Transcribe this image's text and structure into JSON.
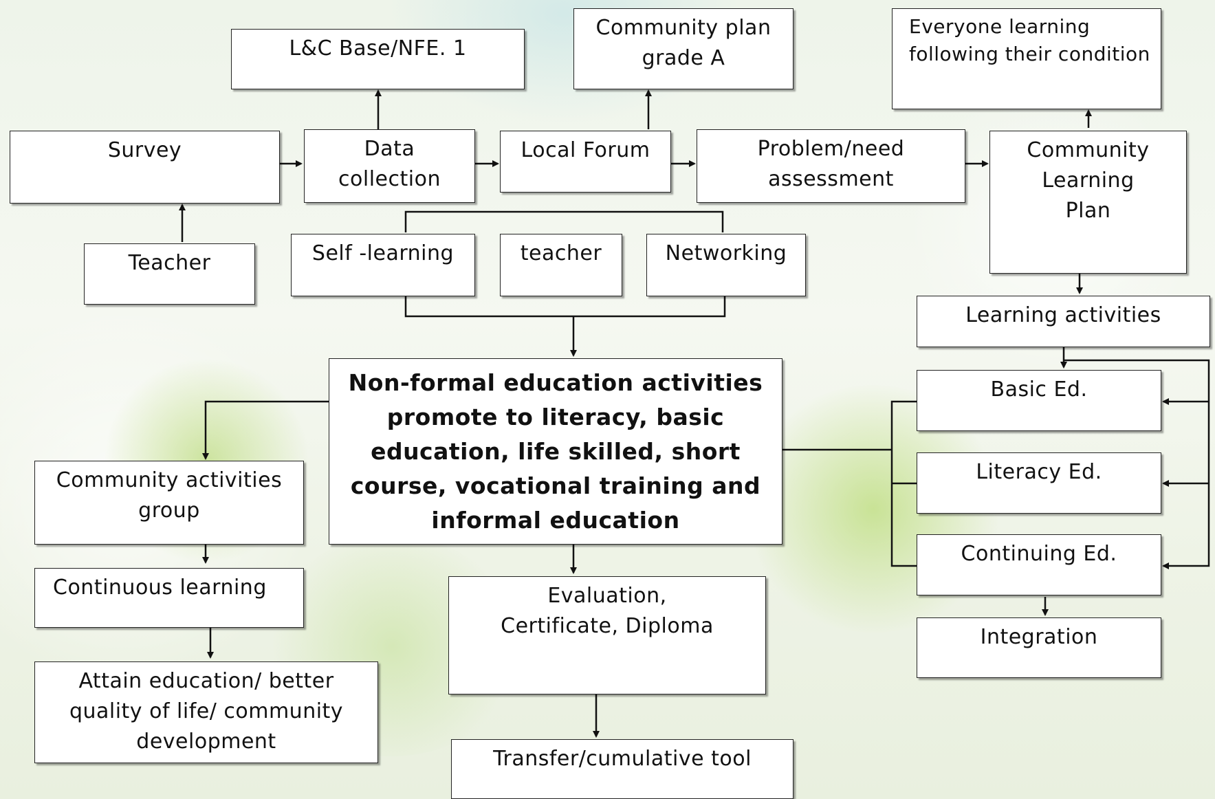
{
  "nodes": {
    "lc_base": "L&C Base/NFE. 1",
    "community_plan": "Community plan\ngrade A",
    "everyone_learning": "Everyone learning\nfollowing their condition",
    "survey": "Survey",
    "data_collection": "Data\ncollection",
    "local_forum": "Local Forum",
    "problem_need": "Problem/need\nassessment",
    "community_learning_plan": "Community\nLearning\nPlan",
    "teacher_left": "Teacher",
    "self_learning": "Self -learning",
    "teacher_mid": "teacher",
    "networking": "Networking",
    "learning_activities": "Learning activities",
    "nonformal": "Non-formal education activities\npromote to literacy, basic\neducation, life skilled, short\ncourse, vocational training and\ninformal education",
    "basic_ed": "Basic Ed.",
    "literacy_ed": "Literacy Ed.",
    "continuing_ed": "Continuing Ed.",
    "integration": "Integration",
    "community_activities": "Community activities\ngroup",
    "continuous_learning": "Continuous learning",
    "attain_education": "Attain education/ better\nquality of life/ community\ndevelopment",
    "evaluation": "Evaluation,\nCertificate, Diploma",
    "transfer_tool": "Transfer/cumulative tool"
  },
  "colors": {
    "box_border": "#222222",
    "connector": "#111111",
    "background": "#eef4ea"
  }
}
